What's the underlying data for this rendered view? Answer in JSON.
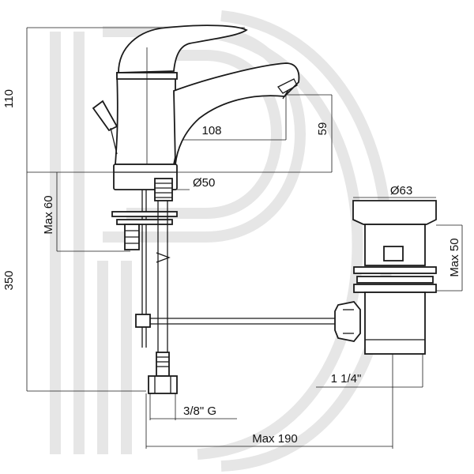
{
  "dimensions": {
    "height_top": "110",
    "height_total": "350",
    "max_60": "Max 60",
    "spout_reach": "108",
    "spout_height": "59",
    "base_dia": "Ø50",
    "drain_dia": "Ø63",
    "drain_max": "Max 50",
    "drain_thread": "1 1/4\"",
    "inlet_thread": "3/8\" G",
    "max_reach": "Max 190"
  },
  "colors": {
    "line": "#1a1a1a",
    "watermark": "#e6e6e6",
    "background": "#ffffff"
  }
}
